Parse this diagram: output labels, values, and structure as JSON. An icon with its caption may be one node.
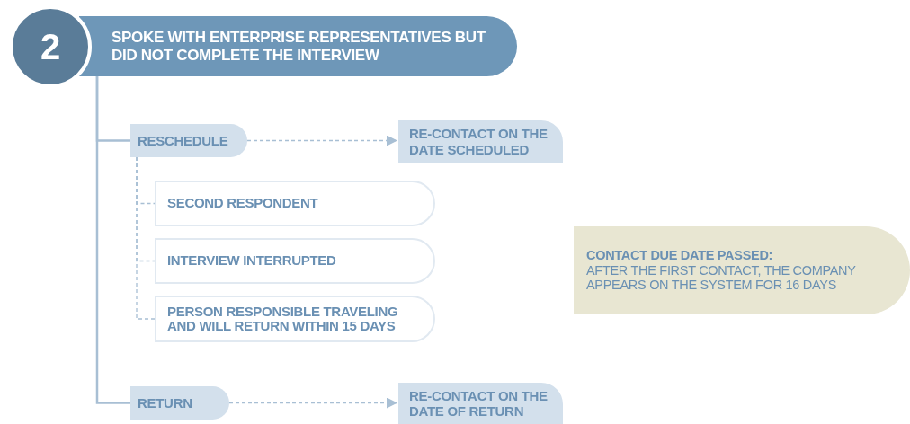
{
  "diagram": {
    "nodes": [
      {
        "text": [
          "2"
        ]
      },
      {
        "text": [
          "SPOKE WITH ENTERPRISE REPRESENTATIVES BUT DID NOT COMPLETE THE INTERVIEW"
        ]
      },
      {
        "text": [
          "RESCHEDULE"
        ]
      },
      {
        "text": [
          "RE-CONTACT ON THE DATE SCHEDULED"
        ]
      },
      {
        "text": [
          "SECOND RESPONDENT"
        ]
      },
      {
        "text": [
          "INTERVIEW INTERRUPTED"
        ]
      },
      {
        "text": [
          "PERSON RESPONSIBLE TRAVELING AND WILL RETURN WITHIN 15 DAYS"
        ]
      },
      {
        "text": [
          "RETURN"
        ]
      },
      {
        "text": [
          "RE-CONTACT ON THE DATE OF RETURN"
        ]
      },
      {
        "text": [
          "CONTACT DUE DATE PASSED:",
          "AFTER THE FIRST CONTACT, THE COMPANY APPEARS ON THE SYSTEM FOR 16 DAYS"
        ]
      }
    ],
    "edges": [
      {
        "from": 1,
        "to": 2,
        "arrow": "none"
      },
      {
        "from": 2,
        "to": 3,
        "arrow": "to",
        "style": "dashed"
      },
      {
        "from": 2,
        "to": 4,
        "arrow": "none",
        "style": "dashed"
      },
      {
        "from": 2,
        "to": 5,
        "arrow": "none",
        "style": "dashed"
      },
      {
        "from": 2,
        "to": 6,
        "arrow": "none",
        "style": "dashed"
      },
      {
        "from": 1,
        "to": 7,
        "arrow": "none"
      },
      {
        "from": 7,
        "to": 8,
        "arrow": "to",
        "style": "dashed"
      }
    ]
  }
}
